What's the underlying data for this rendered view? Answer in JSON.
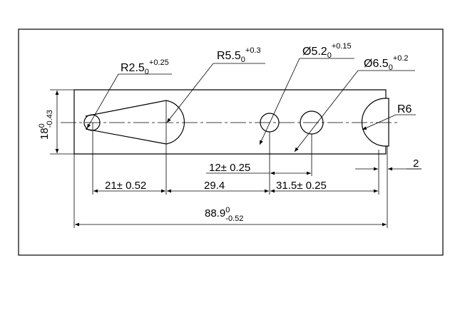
{
  "drawing": {
    "callouts": {
      "r25": {
        "base": "R2.5",
        "sub": "0",
        "sup": "+0.25"
      },
      "r55": {
        "base": "R5.5",
        "sub": "0",
        "sup": "+0.3"
      },
      "d52": {
        "base": "Ø5.2",
        "sub": "0",
        "sup": "+0.15"
      },
      "d65": {
        "base": "Ø6.5",
        "sub": "0",
        "sup": "+0.2"
      },
      "r6": {
        "label": "R6"
      }
    },
    "dimensions": {
      "height": {
        "base": "18",
        "sup": "0",
        "sub": "-0.43"
      },
      "d21": {
        "label": "21± 0.52"
      },
      "d294": {
        "label": "29.4"
      },
      "d315": {
        "label": "31.5± 0.25"
      },
      "d12": {
        "label": "12± 0.25"
      },
      "d2": {
        "label": "2"
      },
      "overall": {
        "base": "88.9",
        "sup": "0",
        "sub": "-0.52"
      }
    }
  }
}
